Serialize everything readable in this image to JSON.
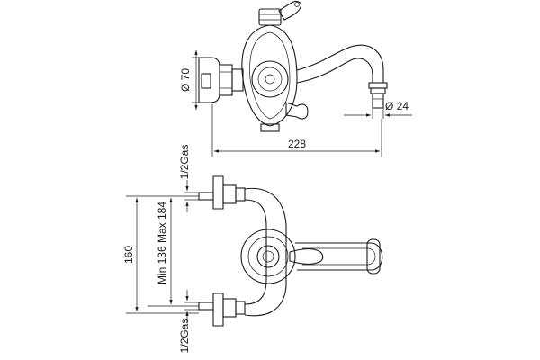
{
  "dimensions": {
    "diameter_70": "Ø 70",
    "diameter_24": "Ø 24",
    "length_228": "228",
    "height_160": "160",
    "range_min_max": "Min 136  Max 184",
    "thread_top": "1/2Gas",
    "thread_bottom": "1/2Gas"
  }
}
